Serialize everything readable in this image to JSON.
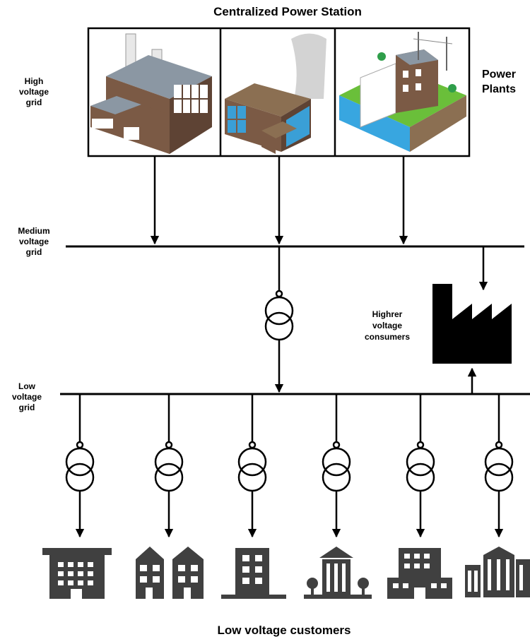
{
  "title": "Centralized Power Station",
  "footer": "Low voltage customers",
  "labels": {
    "high_voltage": [
      "High",
      "voltage",
      "grid"
    ],
    "medium_voltage": [
      "Medium",
      "voltage",
      "grid"
    ],
    "low_voltage": [
      "Low",
      "voltage",
      "grid"
    ],
    "power_plants": [
      "Power",
      "Plants"
    ],
    "higher_consumers": [
      "Highrer",
      "voltage",
      "consumers"
    ]
  },
  "colors": {
    "line": "#000000",
    "building": "#404040",
    "brick": "#7b5a45",
    "brick_dark": "#5e4334",
    "roof": "#8b97a3",
    "window": "#3a9fd6",
    "water": "#38a6e0",
    "grass": "#6abf3a",
    "tower": "#d3d3d3"
  },
  "icons": {
    "plants": [
      "factory-plant-icon",
      "office-plant-icon",
      "hydro-plant-icon"
    ],
    "consumer": "industrial-factory-icon",
    "customers": [
      "building-icon",
      "apartment-icon",
      "tower-building-icon",
      "courthouse-icon",
      "office-complex-icon",
      "city-buildings-icon"
    ],
    "transformer": "transformer-icon"
  }
}
